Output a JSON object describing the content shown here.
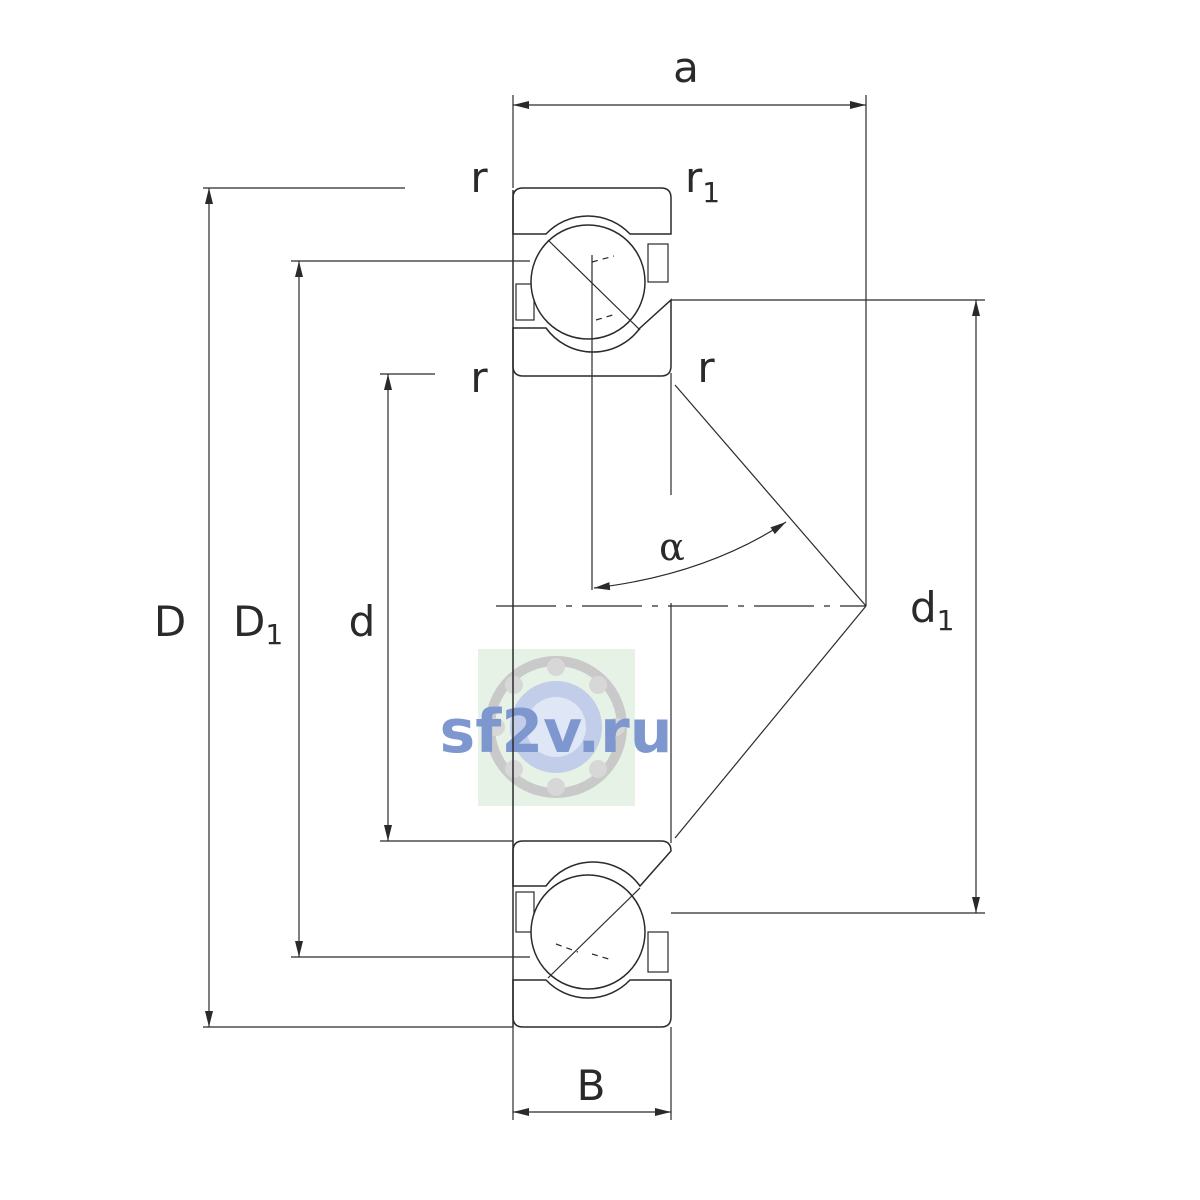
{
  "drawing": {
    "labels": {
      "a": "a",
      "r": "r",
      "r1_main": "r",
      "r1_sub": "1",
      "D": "D",
      "D1_main": "D",
      "D1_sub": "1",
      "d": "d",
      "d1_main": "d",
      "d1_sub": "1",
      "B": "B",
      "alpha": "α"
    },
    "watermark": {
      "text": "sf2v.ru",
      "color": "#7f97cf",
      "icon": "ball-bearing-icon"
    }
  }
}
